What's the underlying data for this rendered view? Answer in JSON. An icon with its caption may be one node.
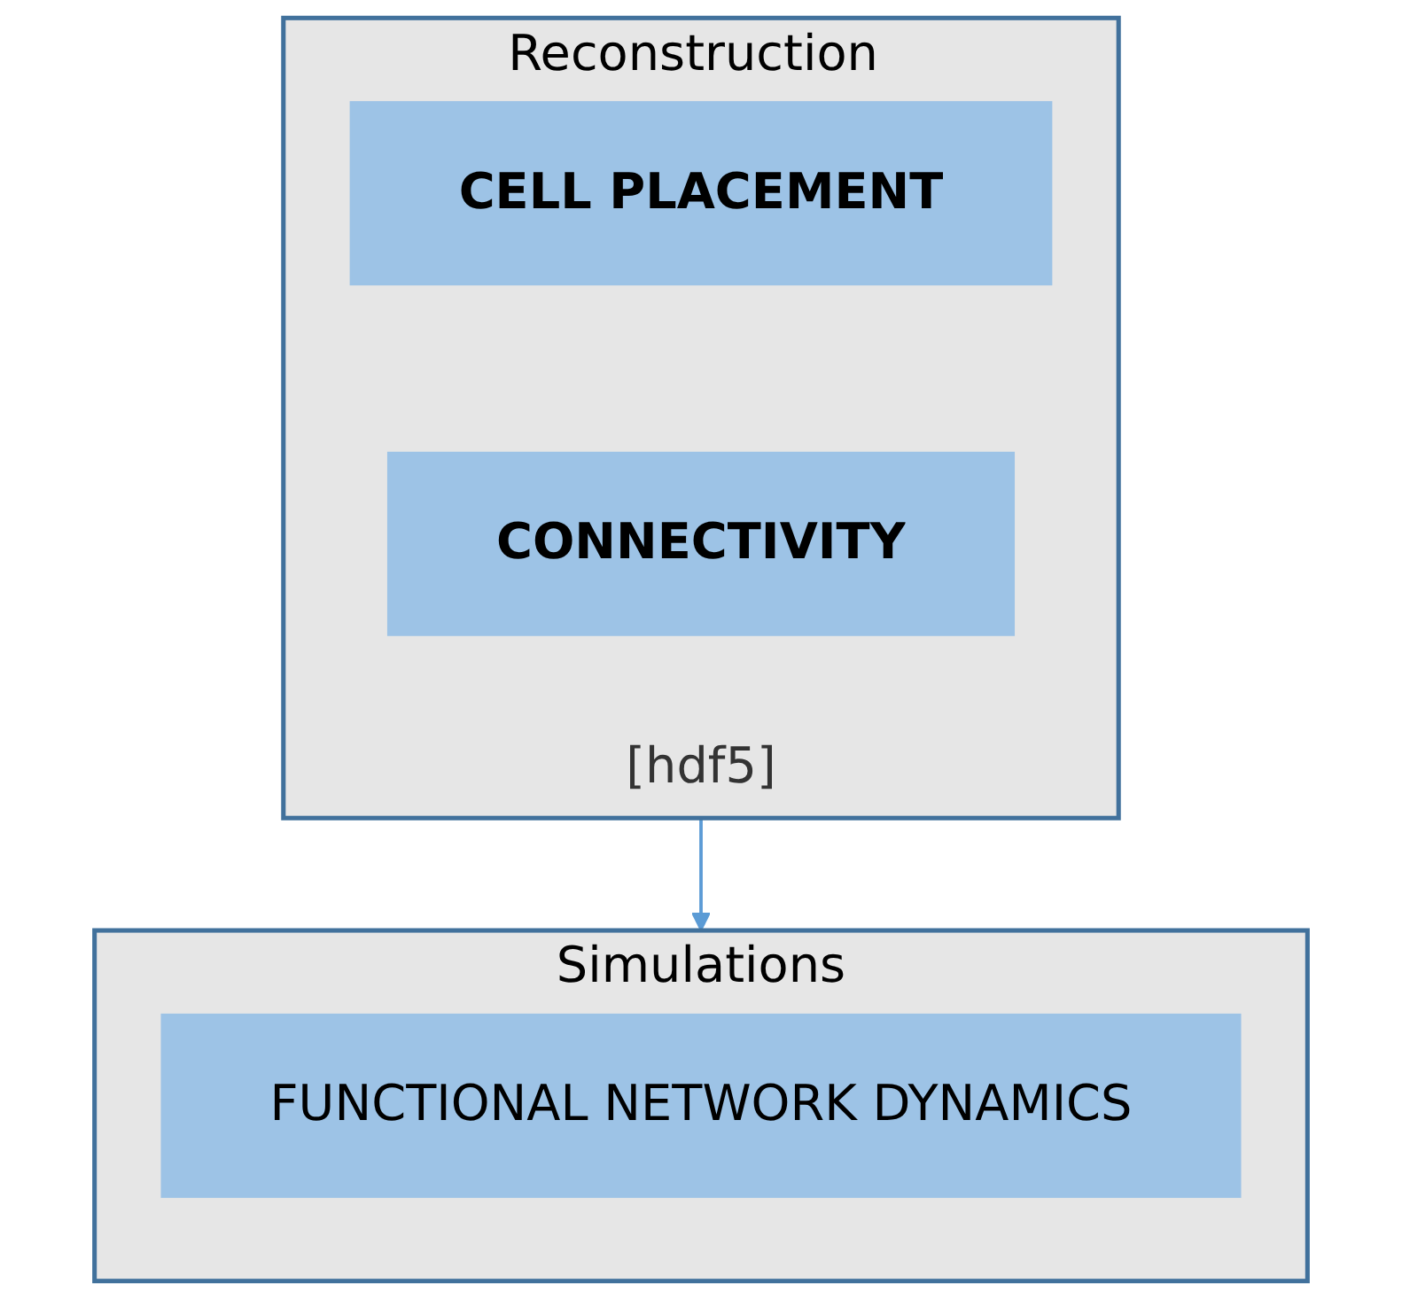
{
  "diagram": {
    "nodes": [
      {
        "text": [
          "Reconstruction [Python]",
          "[hdf5]"
        ]
      },
      {
        "text": [
          "CELL PLACEMENT"
        ],
        "in": 0
      },
      {
        "text": [
          "CONNECTIVITY"
        ],
        "in": 0
      },
      {
        "text": [
          "Simulations"
        ]
      },
      {
        "text": [
          "FUNCTIONAL NETWORK DYNAMICS"
        ],
        "in": 3
      }
    ],
    "edges": [
      {
        "from": 0,
        "to": 3,
        "arrow": "to"
      }
    ]
  }
}
